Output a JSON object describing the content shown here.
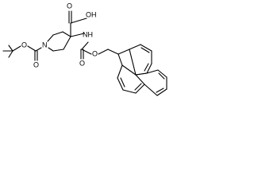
{
  "molecule": {
    "labels": {
      "carboxylic_acid": "OH",
      "acid_carbonyl_oxygen": "O",
      "carbamate_nitrogen": "NH",
      "fmoc_carbonyl_oxygen": "O",
      "fmoc_ester_oxygen": "O",
      "piperidine_nitrogen": "N",
      "boc_ester_oxygen": "O",
      "boc_carbonyl_oxygen": "O"
    }
  }
}
